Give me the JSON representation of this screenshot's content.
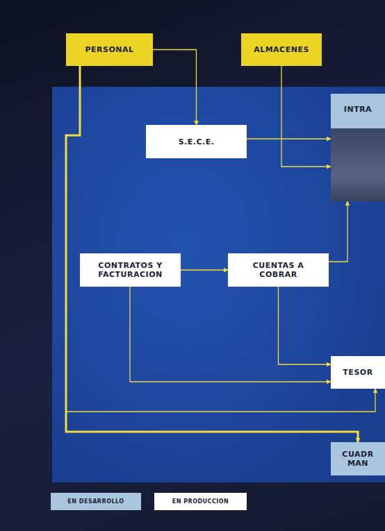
{
  "diagram": {
    "nodes": [
      {
        "text": [
          "PERSONAL"
        ]
      },
      {
        "text": [
          "ALMACENES"
        ]
      },
      {
        "text": [
          "INTRA"
        ]
      },
      {
        "text": [
          "S.E.C.E."
        ]
      },
      {
        "text": [
          "CONTRATOS Y FACTURACION"
        ]
      },
      {
        "text": [
          "CUENTAS A COBRAR"
        ]
      },
      {
        "text": [
          "TESOR"
        ]
      },
      {
        "text": [
          "CUADR MAN"
        ]
      }
    ],
    "edges": [
      {
        "from": 0,
        "to": 3,
        "arrow": "to"
      },
      {
        "from": 3,
        "to": 2,
        "arrow": "to"
      },
      {
        "from": 1,
        "to": 2,
        "arrow": "to"
      },
      {
        "from": 4,
        "to": 5,
        "arrow": "to"
      },
      {
        "from": 5,
        "to": 2,
        "arrow": "to"
      },
      {
        "from": 5,
        "to": 6,
        "arrow": "to"
      },
      {
        "from": 4,
        "to": 6,
        "arrow": "to"
      },
      {
        "from": 0,
        "to": 6,
        "arrow": "to"
      },
      {
        "from": 0,
        "to": 7,
        "arrow": "to"
      }
    ],
    "legend": [
      {
        "text": "EN DESARROLLO",
        "color": "#a9c6de"
      },
      {
        "text": "EN PRODUCCION",
        "color": "#ffffff"
      }
    ]
  }
}
